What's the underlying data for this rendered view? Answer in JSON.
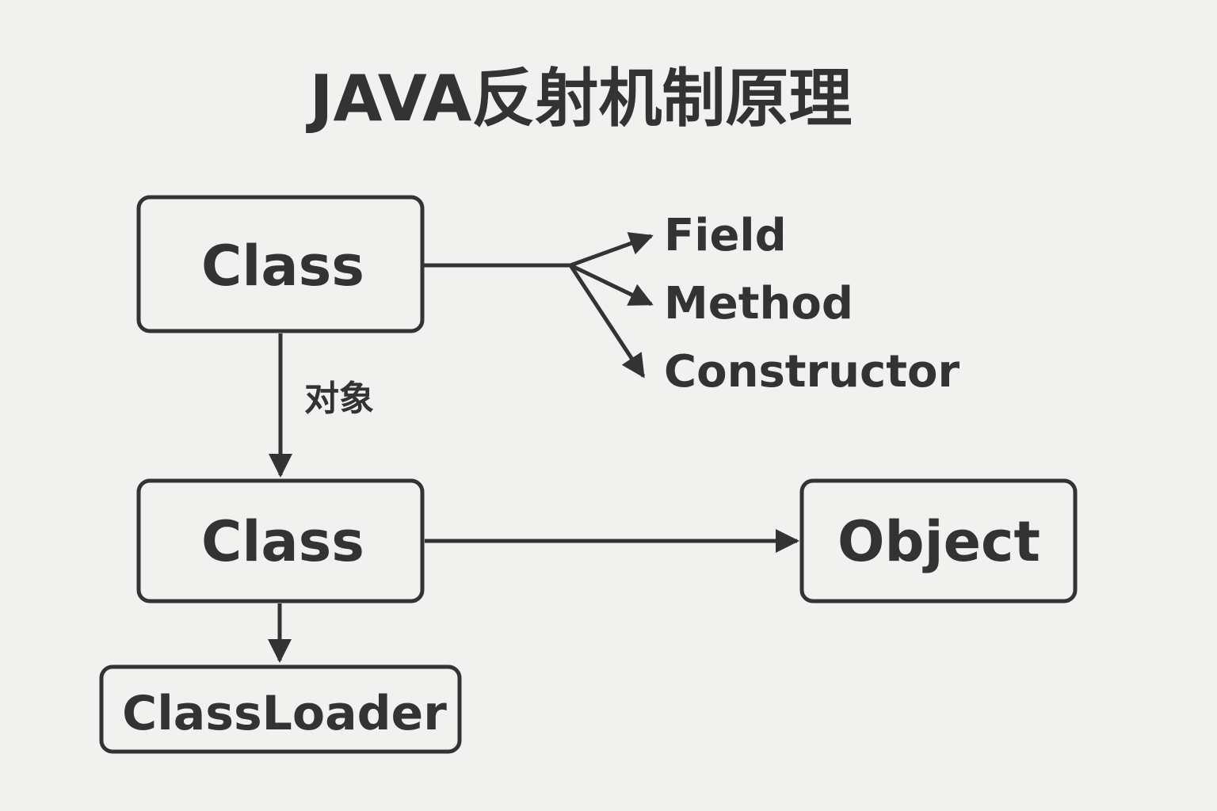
{
  "title": "JAVA反射机制原理",
  "nodes": {
    "class_top": "Class",
    "class_middle": "Class",
    "object": "Object",
    "classloader": "ClassLoader",
    "field": "Field",
    "method": "Method",
    "constructor": "Constructor"
  },
  "edge_labels": {
    "class_to_class": "对象"
  },
  "colors": {
    "background": "#f1f1ef",
    "stroke": "#333333",
    "text": "#333333"
  }
}
